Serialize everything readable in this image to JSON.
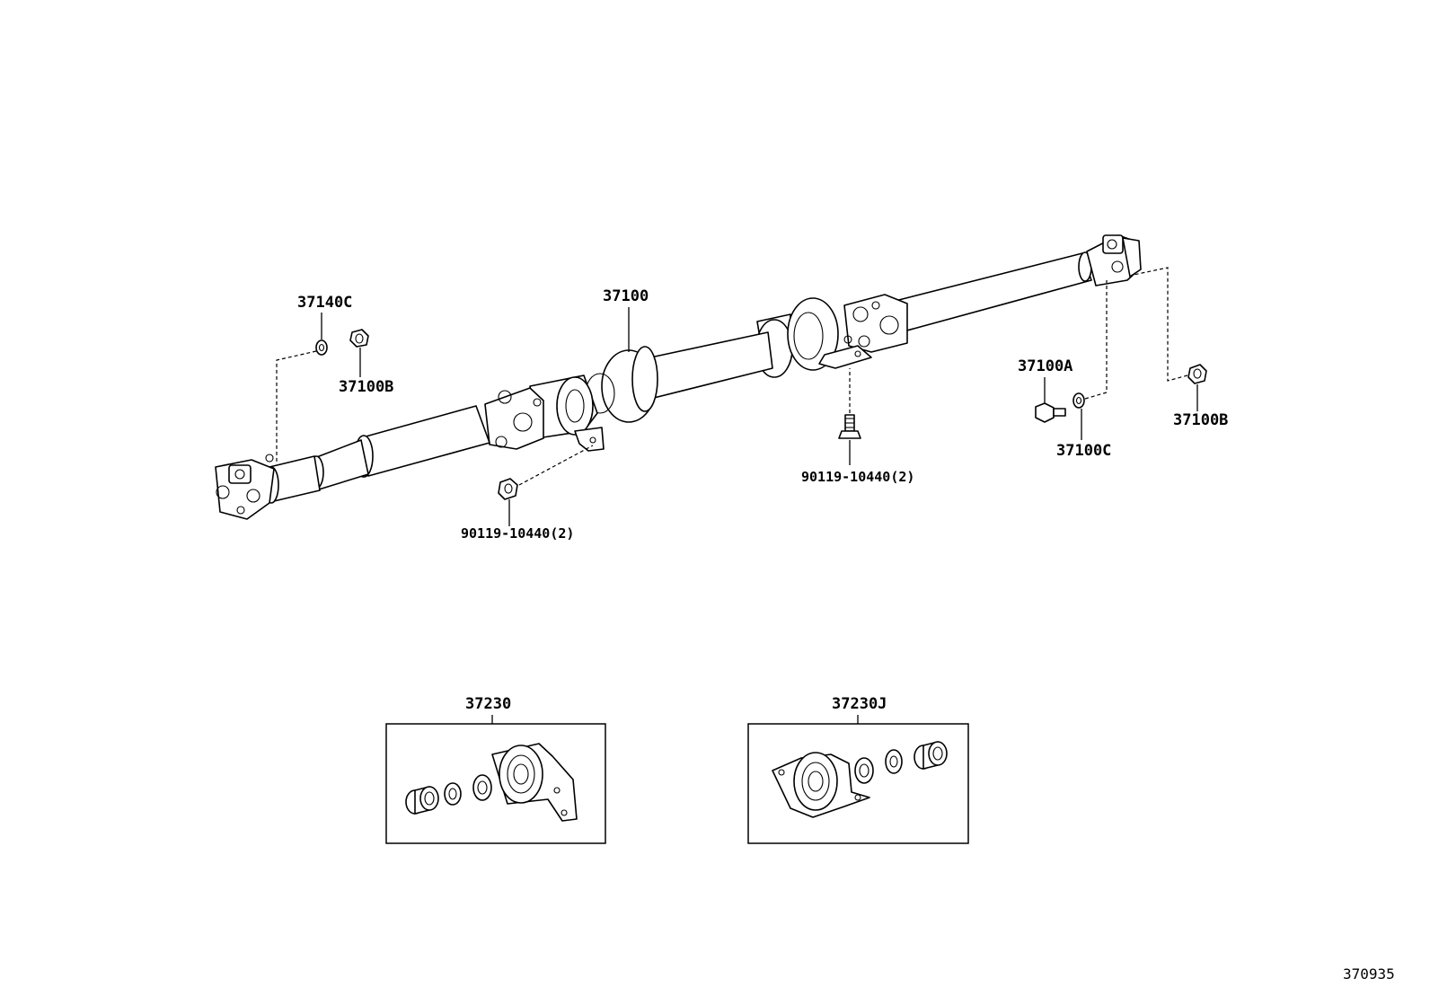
{
  "callouts": {
    "c37140C": "37140C",
    "c37100B_left": "37100B",
    "c37100": "37100",
    "c90119_left": "90119-10440(2)",
    "c90119_right": "90119-10440(2)",
    "c37100A": "37100A",
    "c37100C": "37100C",
    "c37100B_right": "37100B",
    "c37230": "37230",
    "c37230J": "37230J"
  },
  "figure_number": "370935"
}
